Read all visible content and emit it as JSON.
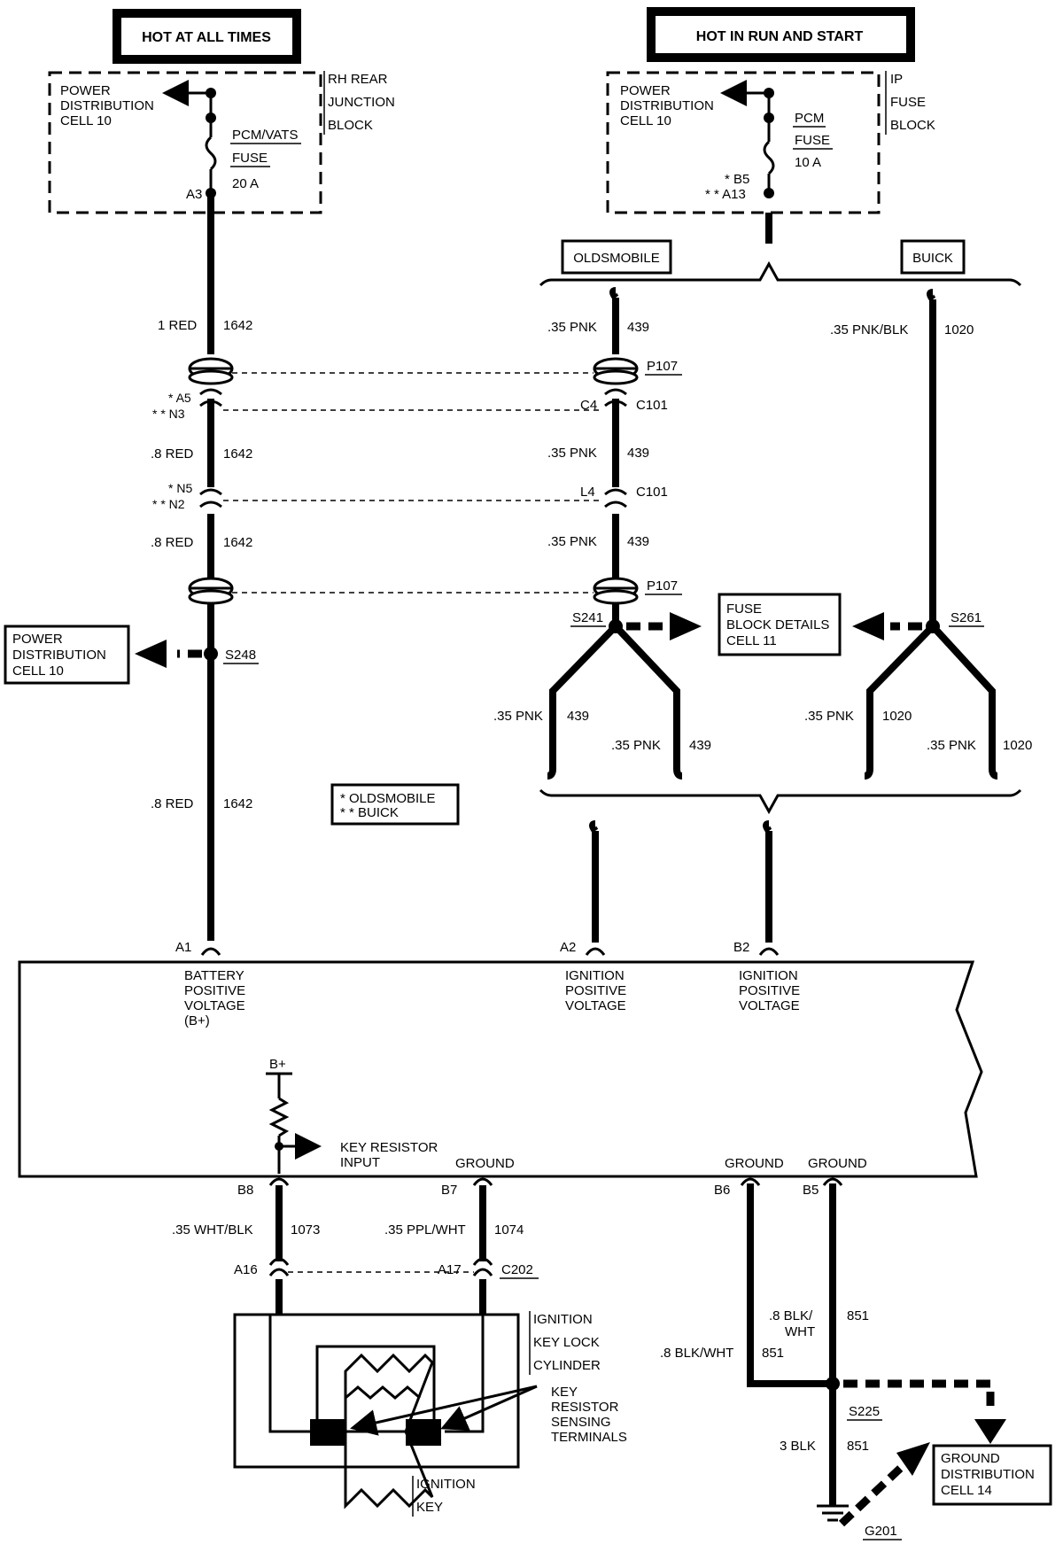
{
  "header_left": "HOT AT ALL TIMES",
  "header_right": "HOT IN RUN AND START",
  "block_left": {
    "lines": [
      "POWER",
      "DISTRIBUTION",
      "CELL 10"
    ],
    "side": [
      "RH REAR",
      "JUNCTION",
      "BLOCK"
    ],
    "fuse": [
      "PCM/VATS",
      "FUSE",
      "20 A"
    ],
    "pin": "A3"
  },
  "block_right": {
    "lines": [
      "POWER",
      "DISTRIBUTION",
      "CELL 10"
    ],
    "side": [
      "IP",
      "FUSE",
      "BLOCK"
    ],
    "fuse": [
      "PCM",
      "FUSE",
      "10 A"
    ],
    "pin_b5": "* B5",
    "pin_a13": "* * A13"
  },
  "variants": {
    "olds": "OLDSMOBILE",
    "buick": "BUICK"
  },
  "wires": {
    "red1": "1 RED",
    "c1642": "1642",
    "red08": ".8 RED",
    "pnk035": ".35 PNK",
    "c439": "439",
    "pnkblk": ".35 PNK/BLK",
    "c1020": "1020",
    "whtblk": ".35 WHT/BLK",
    "c1073": "1073",
    "pplwht": ".35 PPL/WHT",
    "c1074": "1074",
    "blkwht_a": ".8 BLK/",
    "blkwht_b": "WHT",
    "c851": "851",
    "blkwht": ".8 BLK/WHT",
    "blk3": "3 BLK"
  },
  "connectors": {
    "p107": "P107",
    "c101": "C101",
    "c202": "C202",
    "a5": "* A5",
    "n3": "* * N3",
    "n5": "* N5",
    "n2": "* * N2",
    "c4": "C4",
    "l4": "L4",
    "a16": "A16",
    "a17": "A17"
  },
  "splices": {
    "s248": "S248",
    "s241": "S241",
    "s261": "S261",
    "s225": "S225",
    "g201": "G201"
  },
  "refs": {
    "power_dist": [
      "POWER",
      "DISTRIBUTION",
      "CELL 10"
    ],
    "fuse_block": [
      "FUSE",
      "BLOCK DETAILS",
      "CELL 11"
    ],
    "ground_dist": [
      "GROUND",
      "DISTRIBUTION",
      "CELL 14"
    ]
  },
  "legend": {
    "olds": "* OLDSMOBILE",
    "buick": "* * BUICK"
  },
  "pcm_pins": {
    "a1": "A1",
    "a1_lines": [
      "BATTERY",
      "POSITIVE",
      "VOLTAGE",
      "(B+)"
    ],
    "a2": "A2",
    "a2_lines": [
      "IGNITION",
      "POSITIVE",
      "VOLTAGE"
    ],
    "b2": "B2",
    "b2_lines": [
      "IGNITION",
      "POSITIVE",
      "VOLTAGE"
    ],
    "bplus": "B+",
    "key_input": [
      "KEY RESISTOR",
      "INPUT"
    ],
    "ground": "GROUND",
    "b8": "B8",
    "b7": "B7",
    "b6": "B6",
    "b5": "B5"
  },
  "ignition": {
    "cyl": [
      "IGNITION",
      "KEY LOCK",
      "CYLINDER"
    ],
    "terms": [
      "KEY",
      "RESISTOR",
      "SENSING",
      "TERMINALS"
    ],
    "key": [
      "IGNITION",
      "KEY"
    ]
  }
}
